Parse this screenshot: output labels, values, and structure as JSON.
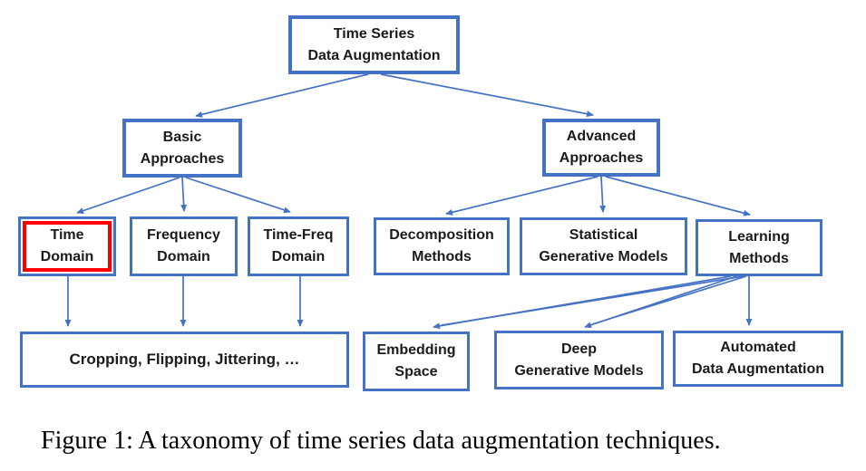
{
  "figure": {
    "caption": "Figure 1: A taxonomy of time series data augmentation techniques."
  },
  "colors": {
    "accent_blue": "#4472C4",
    "highlight_red": "#FF0000",
    "text": "#1b1b1b"
  },
  "nodes": {
    "root": {
      "label": "Time Series\nData Augmentation"
    },
    "basic": {
      "label": "Basic\nApproaches"
    },
    "advanced": {
      "label": "Advanced\nApproaches"
    },
    "time": {
      "label": "Time\nDomain",
      "highlighted": true
    },
    "freq": {
      "label": "Frequency\nDomain"
    },
    "timefreq": {
      "label": "Time-Freq\nDomain"
    },
    "decomp": {
      "label": "Decomposition\nMethods"
    },
    "statistical": {
      "label": "Statistical\nGenerative Models"
    },
    "learning": {
      "label": "Learning\nMethods"
    },
    "cropping": {
      "label": "Cropping, Flipping, Jittering, …"
    },
    "embedding": {
      "label": "Embedding\nSpace"
    },
    "deepgen": {
      "label": "Deep\nGenerative Models"
    },
    "automated": {
      "label": "Automated\nData Augmentation"
    }
  }
}
